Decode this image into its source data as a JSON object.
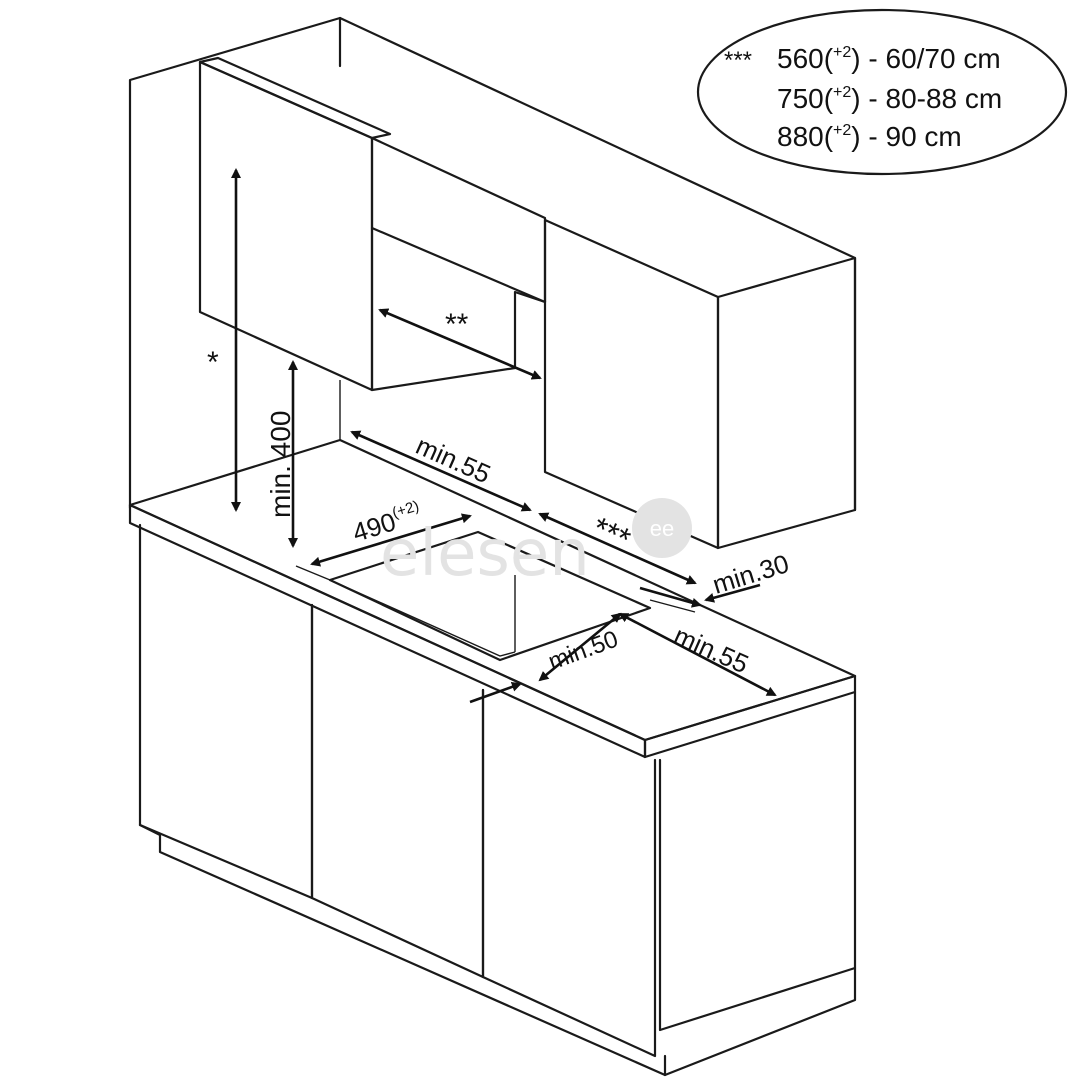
{
  "legend": {
    "lines": [
      {
        "marker": "***",
        "base": "560(",
        "sup": "+2",
        "rest": ") - 60/70 cm"
      },
      {
        "marker": "",
        "base": "750(",
        "sup": "+2",
        "rest": ") - 80-88 cm"
      },
      {
        "marker": "",
        "base": "880(",
        "sup": "+2",
        "rest": ") - 90 cm"
      }
    ]
  },
  "dimensions": {
    "asterisk_height": "*",
    "double_asterisk": "**",
    "triple_asterisk": "***",
    "min_400": "min. 400",
    "min_55_back": "min.55",
    "cutout_depth": "490",
    "cutout_depth_sup": "(+2)",
    "min_30": "min.30",
    "min_50": "min.50",
    "min_55_right": "min.55"
  },
  "watermark": {
    "text": "elesen",
    "logo": "ee"
  },
  "colors": {
    "line": "#1a1a1a",
    "background": "#ffffff",
    "watermark": "#e3e3e3"
  }
}
